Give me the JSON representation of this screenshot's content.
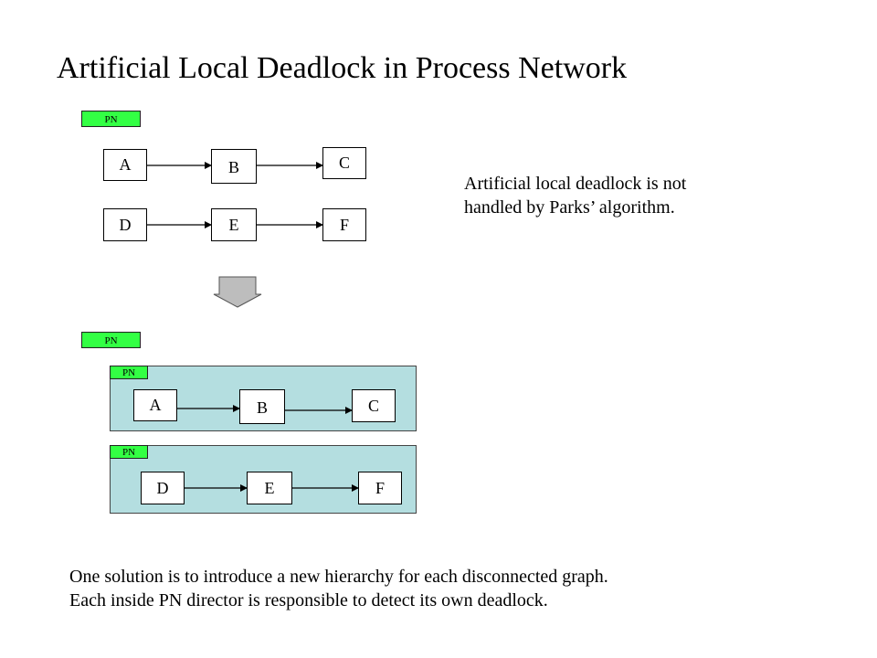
{
  "title": "Artificial Local Deadlock in Process Network",
  "top_diagram": {
    "director": "PN",
    "actors": [
      "A",
      "B",
      "C",
      "D",
      "E",
      "F"
    ]
  },
  "bottom_diagram": {
    "director": "PN",
    "composite_1": {
      "director": "PN",
      "actors": [
        "A",
        "B",
        "C"
      ]
    },
    "composite_2": {
      "director": "PN",
      "actors": [
        "D",
        "E",
        "F"
      ]
    }
  },
  "side_note": {
    "line1": "Artificial local deadlock is not",
    "line2": "handled by Parks’ algorithm."
  },
  "bottom_note": {
    "line1": "One solution is to introduce a new hierarchy for each disconnected graph.",
    "line2": "Each inside PN director is responsible to detect its own deadlock."
  },
  "colors": {
    "director_badge": "#33ff44",
    "composite_fill": "#b4dee0",
    "arrow_fill": "#bdbdbd"
  }
}
